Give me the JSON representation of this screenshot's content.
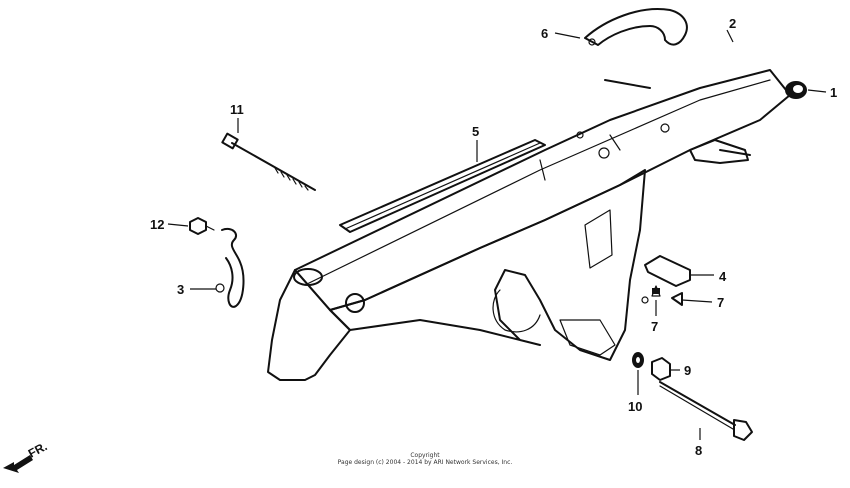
{
  "diagram": {
    "callouts": [
      {
        "id": "c1",
        "label": "1"
      },
      {
        "id": "c2",
        "label": "2"
      },
      {
        "id": "c3",
        "label": "3"
      },
      {
        "id": "c4",
        "label": "4"
      },
      {
        "id": "c5",
        "label": "5"
      },
      {
        "id": "c6",
        "label": "6"
      },
      {
        "id": "c7a",
        "label": "7"
      },
      {
        "id": "c7b",
        "label": "7"
      },
      {
        "id": "c8",
        "label": "8"
      },
      {
        "id": "c9",
        "label": "9"
      },
      {
        "id": "c10",
        "label": "10"
      },
      {
        "id": "c11",
        "label": "11"
      },
      {
        "id": "c12",
        "label": "12"
      }
    ],
    "direction_label": "FR.",
    "copyright_line1": "Copyright",
    "copyright_line2": "Page design (c) 2004 - 2014 by ARI Network Services, Inc."
  }
}
